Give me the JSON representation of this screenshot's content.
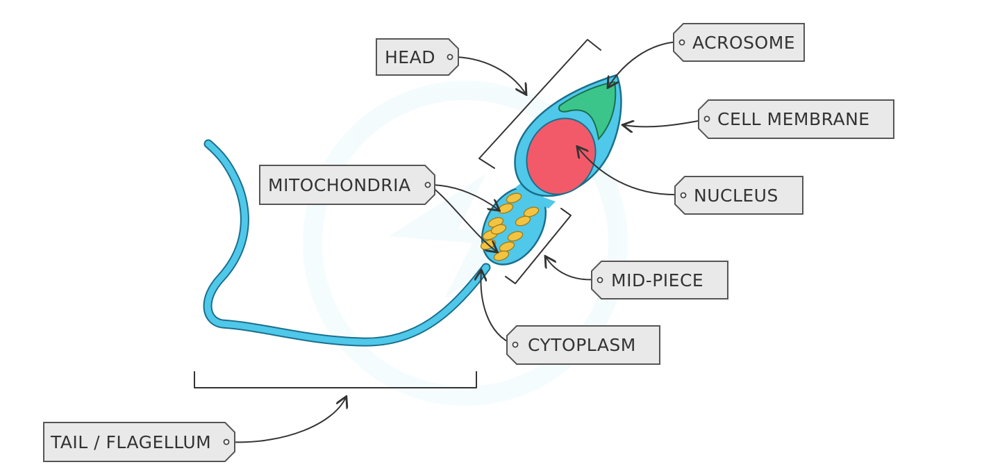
{
  "colors": {
    "body": "#4fc8ea",
    "outline": "#1a6f8c",
    "nucleus": "#f25a6a",
    "acrosome": "#3cc58a",
    "mitochondria": "#f3c441",
    "tag_fill": "#e9e9e9"
  },
  "labels": {
    "head": "HEAD",
    "acrosome": "ACROSOME",
    "cell_membrane": "CELL MEMBRANE",
    "nucleus": "NUCLEUS",
    "mitochondria": "MITOCHONDRIA",
    "mid_piece": "MID-PIECE",
    "cytoplasm": "CYTOPLASM",
    "tail": "TAIL / FLAGELLUM"
  }
}
